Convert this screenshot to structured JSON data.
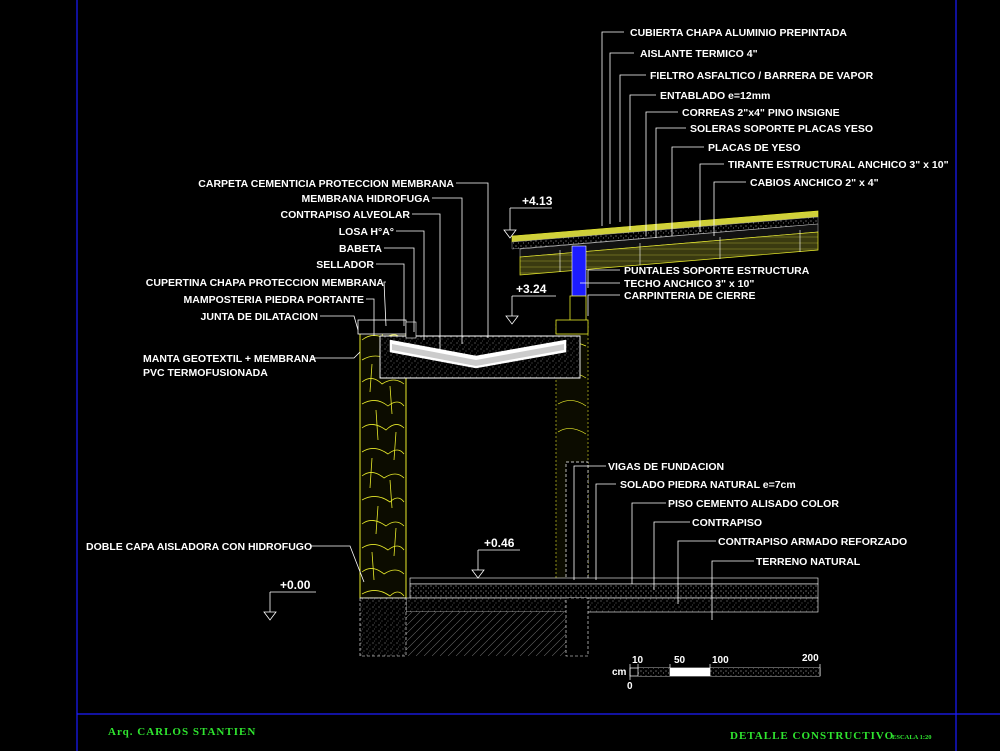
{
  "labels_right_roof": [
    "CUBIERTA CHAPA ALUMINIO PREPINTADA",
    "AISLANTE TERMICO 4\"",
    "FIELTRO ASFALTICO / BARRERA DE VAPOR",
    "ENTABLADO e=12mm",
    "CORREAS 2\"x4\" PINO INSIGNE",
    "SOLERAS SOPORTE PLACAS YESO",
    "PLACAS DE YESO",
    "TIRANTE ESTRUCTURAL ANCHICO 3\" x 10\"",
    "CABIOS ANCHICO 2\" x 4\""
  ],
  "labels_right_mid": [
    "PUNTALES SOPORTE ESTRUCTURA",
    "TECHO ANCHICO 3\" x 10\"",
    "CARPINTERIA DE CIERRE"
  ],
  "labels_left": [
    "CARPETA CEMENTICIA PROTECCION MEMBRANA",
    "MEMBRANA HIDROFUGA",
    "CONTRAPISO ALVEOLAR",
    "LOSA H°A°",
    "BABETA",
    "SELLADOR",
    "CUPERTINA CHAPA PROTECCION MEMBRANA",
    "MAMPOSTERIA PIEDRA PORTANTE",
    "JUNTA DE DILATACION"
  ],
  "label_geotextil": [
    "MANTA GEOTEXTIL + MEMBRANA",
    "PVC TERMOFUSIONADA"
  ],
  "labels_right_low": [
    "VIGAS DE FUNDACION",
    "SOLADO PIEDRA NATURAL e=7cm",
    "PISO CEMENTO ALISADO COLOR",
    "CONTRAPISO",
    "CONTRAPISO ARMADO REFORZADO",
    "TERRENO NATURAL"
  ],
  "label_doble_capa": "DOBLE CAPA AISLADORA CON HIDROFUGO",
  "levels": {
    "l413": "+4.13",
    "l324": "+3.24",
    "l046": "+0.46",
    "l000": "+0.00"
  },
  "scale_bar": {
    "unit": "cm",
    "zero": "0",
    "t10": "10",
    "t50": "50",
    "t100": "100",
    "t200": "200"
  },
  "footer": {
    "author": "Arq.  CARLOS  STANTIEN",
    "title": "DETALLE  CONSTRUCTIVO",
    "scale": "ESCALA 1:20"
  },
  "colors": {
    "background": "#000000",
    "stone": "#e8ea2a",
    "frame": "#1c1cff",
    "footer_text": "#2fe52f",
    "roof_band": "#cfcf3a"
  }
}
